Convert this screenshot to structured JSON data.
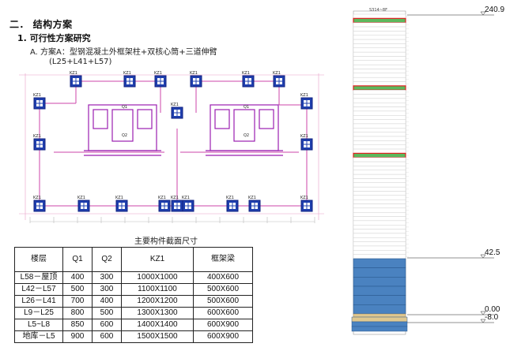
{
  "section": {
    "heading": "二．  结构方案",
    "subheading": "1. 可行性方案研究",
    "option": "A.  方案A：型钢混凝土外框架柱+双核心筒+三道伸臂",
    "option_note": "(L25+L41+L57)"
  },
  "plan": {
    "column_label": "KZ1",
    "wall_labels": [
      "Q1",
      "Q2"
    ]
  },
  "table": {
    "caption": "主要构件截面尺寸",
    "headers": [
      "楼层",
      "Q1",
      "Q2",
      "KZ1",
      "框架梁"
    ],
    "rows": [
      [
        "L58－屋顶",
        "400",
        "300",
        "1000X1000",
        "400X600"
      ],
      [
        "L42－L57",
        "500",
        "300",
        "1100X1100",
        "500X600"
      ],
      [
        "L26－L41",
        "700",
        "400",
        "1200X1200",
        "500X600"
      ],
      [
        "L9－L25",
        "800",
        "500",
        "1300X1300",
        "600X600"
      ],
      [
        "L5~L8",
        "850",
        "600",
        "1400X1400",
        "600X900"
      ],
      [
        "地库－L5",
        "900",
        "600",
        "1500X1500",
        "600X900"
      ]
    ]
  },
  "elevation": {
    "top_label": "S314~8F",
    "levels": [
      {
        "label": "240.9"
      },
      {
        "label": "42.5"
      },
      {
        "label": "0.00"
      },
      {
        "label": "-8.0"
      }
    ],
    "colors": {
      "outrigger_fill": "#5cb85c",
      "outrigger_border": "#e02020",
      "podium": "#4a82c0",
      "ground_band": "#e0c890",
      "basement": "#4a82c0"
    }
  }
}
